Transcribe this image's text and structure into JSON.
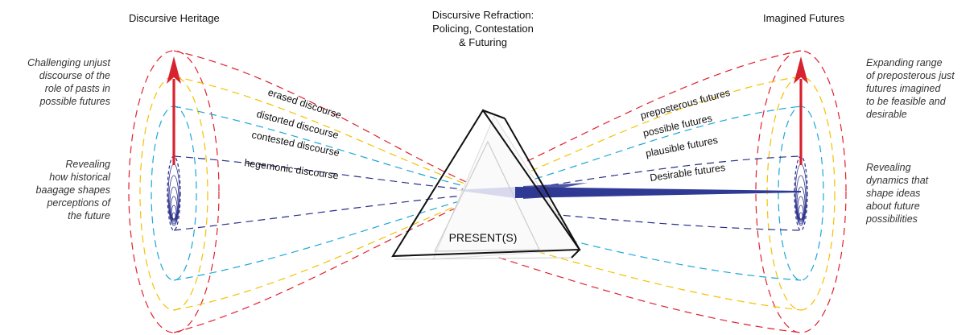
{
  "headings": {
    "left": "Discursive Heritage",
    "center_lines": [
      "Discursive Refraction:",
      "Policing, Contestation",
      "& Futuring"
    ],
    "right": "Imagined Futures"
  },
  "left_notes": {
    "top_lines": [
      "Challenging unjust",
      "discourse of the",
      "role of pasts in",
      "possible futures"
    ],
    "bottom_lines": [
      "Revealing",
      "how historical",
      "baagage shapes",
      "perceptions of",
      "the future"
    ]
  },
  "right_notes": {
    "top_lines": [
      "Expanding range",
      "of preposterous just",
      "futures imagined",
      "to be feasible and",
      "desirable"
    ],
    "bottom_lines": [
      "Revealing",
      "dynamics that",
      "shape ideas",
      "about future",
      "possibilities"
    ]
  },
  "left_bands": [
    "erased discourse",
    "distorted discourse",
    "contested discourse",
    "hegemonic discourse"
  ],
  "right_bands": [
    "preposterous futures",
    "possible futures",
    "plausible futures",
    "Desirable futures"
  ],
  "prism_label": "PRESENT(S)",
  "colors": {
    "red": "#e0202f",
    "yellow": "#f2c200",
    "cyan": "#1ba7d6",
    "navy": "#2a2f8a",
    "arrow": "#d7222f",
    "beam": "#2f3a94"
  }
}
